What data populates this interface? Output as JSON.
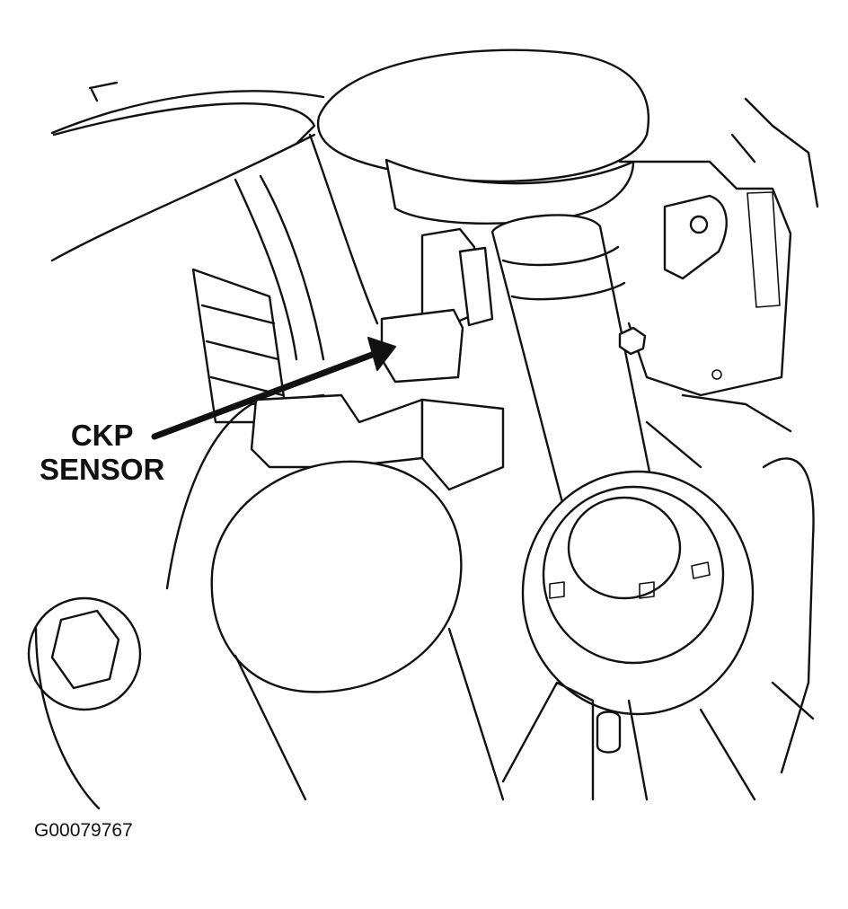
{
  "callout": {
    "line1": "CKP",
    "line2": "SENSOR"
  },
  "figure_id": "G00079767",
  "colors": {
    "ink": "#111111",
    "paper": "#ffffff"
  }
}
